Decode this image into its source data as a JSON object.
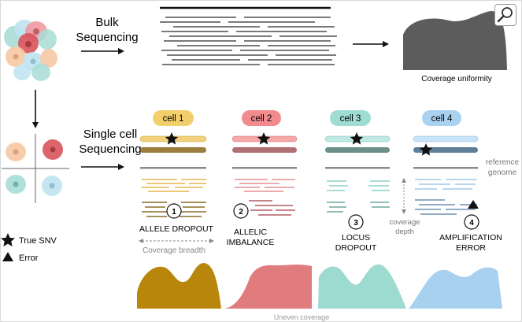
{
  "bulk": {
    "label_line1": "Bulk",
    "label_line2": "Sequencing",
    "coverage_label": "Coverage uniformity"
  },
  "single_cell": {
    "label_line1": "Single cell",
    "label_line2": "Sequencing"
  },
  "cells": [
    {
      "name": "cell 1",
      "color": "#f3cf6b"
    },
    {
      "name": "cell 2",
      "color": "#f28b8e"
    },
    {
      "name": "cell 3",
      "color": "#9fdcd3"
    },
    {
      "name": "cell 4",
      "color": "#a9d2f1"
    }
  ],
  "reference_label_line1": "reference",
  "reference_label_line2": "genome",
  "errors": [
    {
      "number": "1",
      "label_line1": "ALLELE DROPOUT",
      "label_line2": ""
    },
    {
      "number": "2",
      "label_line1": "ALLELIC",
      "label_line2": "IMBALANCE"
    },
    {
      "number": "3",
      "label_line1": "LOCUS",
      "label_line2": "DROPOUT"
    },
    {
      "number": "4",
      "label_line1": "AMPLIFICATION",
      "label_line2": "ERROR"
    }
  ],
  "coverage_breadth_label": "Coverage breadth",
  "coverage_depth_line1": "coverage",
  "coverage_depth_line2": "depth",
  "legend": {
    "true_snv": "True SNV",
    "error": "Error"
  },
  "bottom_caption": "Uneven coverage",
  "colors": {
    "cell1_dark": "#b8860b",
    "cell2_dark": "#e07b7e",
    "cell3_dark": "#9ddad0",
    "cell4_dark": "#a8d0ef",
    "bulk_peak": "#5c5c5c",
    "read_gray": "#7a7a7a"
  },
  "icons": {
    "zoom": "magnifier-icon",
    "snv": "star-icon",
    "error": "triangle-icon"
  }
}
